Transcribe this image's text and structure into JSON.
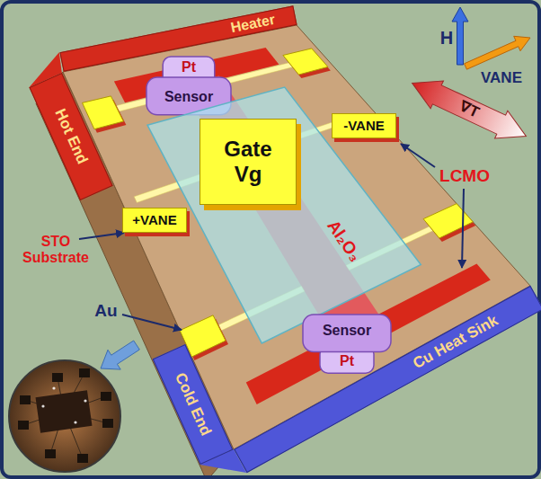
{
  "diagram": {
    "nodes": [
      {
        "text": [
          "Heater"
        ]
      },
      {
        "text": [
          "∇T"
        ]
      },
      {
        "text": [
          "Pt",
          "Sensor"
        ]
      },
      {
        "text": [
          "Hot End"
        ]
      },
      {
        "text": [
          "-VANE"
        ]
      },
      {
        "text": [
          "Al₂O₃"
        ]
      },
      {
        "text": [
          "Gate",
          "Vg"
        ],
        "in": 5
      },
      {
        "text": [
          "+VANE"
        ]
      },
      {
        "text": [
          "Sensor",
          "Pt"
        ]
      },
      {
        "text": [
          "Cu Heat Sink"
        ]
      },
      {
        "text": [
          "Cold End"
        ]
      }
    ],
    "labels": [
      "H",
      "VANE",
      "LCMO",
      "STO Substrate",
      "Au"
    ]
  }
}
